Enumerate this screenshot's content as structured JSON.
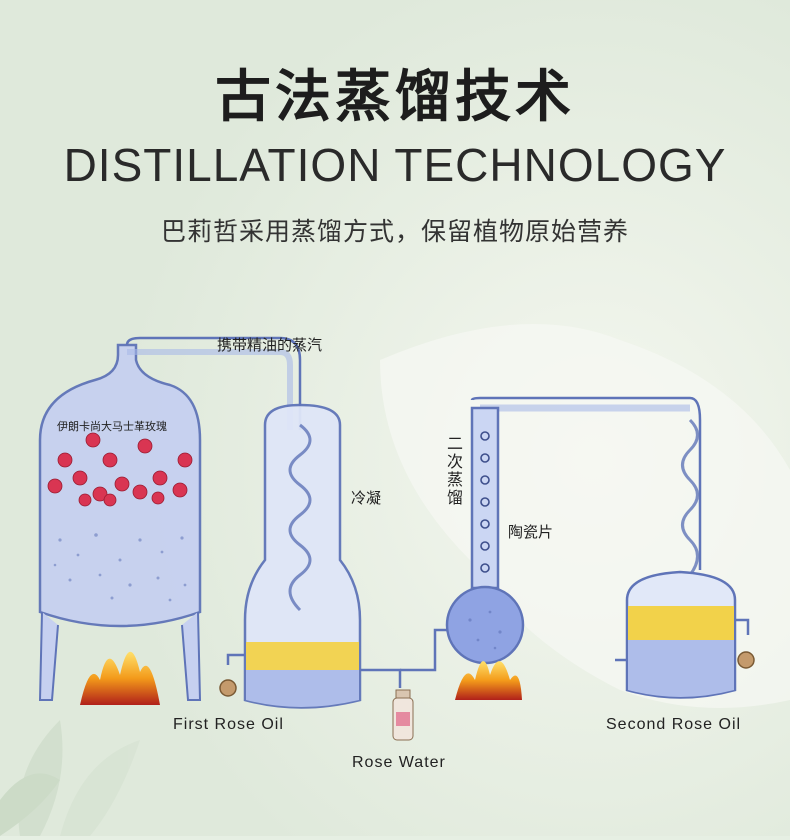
{
  "header": {
    "title_cn": "古法蒸馏技术",
    "title_en": "DISTILLATION TECHNOLOGY",
    "subtitle": "巴莉哲采用蒸馏方式，保留植物原始营养"
  },
  "diagram": {
    "still_label": "伊朗卡尚大马士革玫瑰",
    "steam_label": "携带精油的蒸汽",
    "condense_label": "冷凝",
    "second_distill_label": "二次蒸馏",
    "ceramic_label": "陶瓷片",
    "first_oil_label": "First Rose Oil",
    "rose_water_label": "Rose Water",
    "second_oil_label": "Second Rose Oil"
  },
  "colors": {
    "glass": "#a9b9e8",
    "glass_outline": "#5f74b8",
    "oil": "#f2d24a",
    "water": "#aebdea",
    "rose": "#d93552",
    "flame": "#f4a21b"
  }
}
